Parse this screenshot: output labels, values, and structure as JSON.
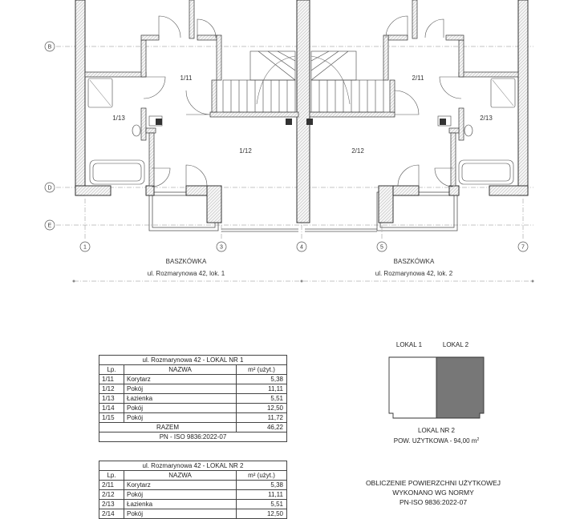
{
  "axes": {
    "rows": [
      "B",
      "D",
      "E"
    ],
    "cols": [
      "1",
      "3",
      "4",
      "5",
      "7"
    ]
  },
  "rooms": {
    "r1_11": "1/11",
    "r1_12": "1/12",
    "r1_13": "1/13",
    "r2_11": "2/11",
    "r2_12": "2/12",
    "r2_13": "2/13"
  },
  "captions": {
    "left_title": "BASZKÓWKA",
    "left_address": "ul. Rozmarynowa 42, lok. 1",
    "right_title": "BASZKÓWKA",
    "right_address": "ul. Rozmarynowa 42, lok. 2"
  },
  "table1": {
    "caption": "ul. Rozmarynowa 42 - LOKAL NR 1",
    "headers": {
      "lp": "Lp.",
      "name": "NAZWA",
      "area": "m² (użyt.)"
    },
    "rows": [
      {
        "lp": "1/11",
        "name": "Korytarz",
        "area": "5,38"
      },
      {
        "lp": "1/12",
        "name": "Pokój",
        "area": "11,11"
      },
      {
        "lp": "1/13",
        "name": "Łazienka",
        "area": "5,51"
      },
      {
        "lp": "1/14",
        "name": "Pokój",
        "area": "12,50"
      },
      {
        "lp": "1/15",
        "name": "Pokój",
        "area": "11,72"
      }
    ],
    "total_label": "RAZEM",
    "total": "46,22",
    "norm": "PN - ISO 9836:2022-07"
  },
  "table2": {
    "caption": "ul. Rozmarynowa 42 - LOKAL NR 2",
    "headers": {
      "lp": "Lp.",
      "name": "NAZWA",
      "area": "m² (użyt.)"
    },
    "rows": [
      {
        "lp": "2/11",
        "name": "Korytarz",
        "area": "5,38"
      },
      {
        "lp": "2/12",
        "name": "Pokój",
        "area": "11,11"
      },
      {
        "lp": "2/13",
        "name": "Łazienka",
        "area": "5,51"
      },
      {
        "lp": "2/14",
        "name": "Pokój",
        "area": "12,50"
      }
    ]
  },
  "key": {
    "lokal1": "LOKAL 1",
    "lokal2": "LOKAL 2",
    "caption": "LOKAL NR 2",
    "area": "POW. UŻYTKOWA - 94,00 m",
    "area_sup": "2",
    "fill_color": "#777777"
  },
  "method": {
    "line1": "OBLICZENIE POWIERZCHNI UŻYTKOWEJ",
    "line2": "WYKONANO WG NORMY",
    "line3": "PN-ISO 9836:2022-07"
  }
}
